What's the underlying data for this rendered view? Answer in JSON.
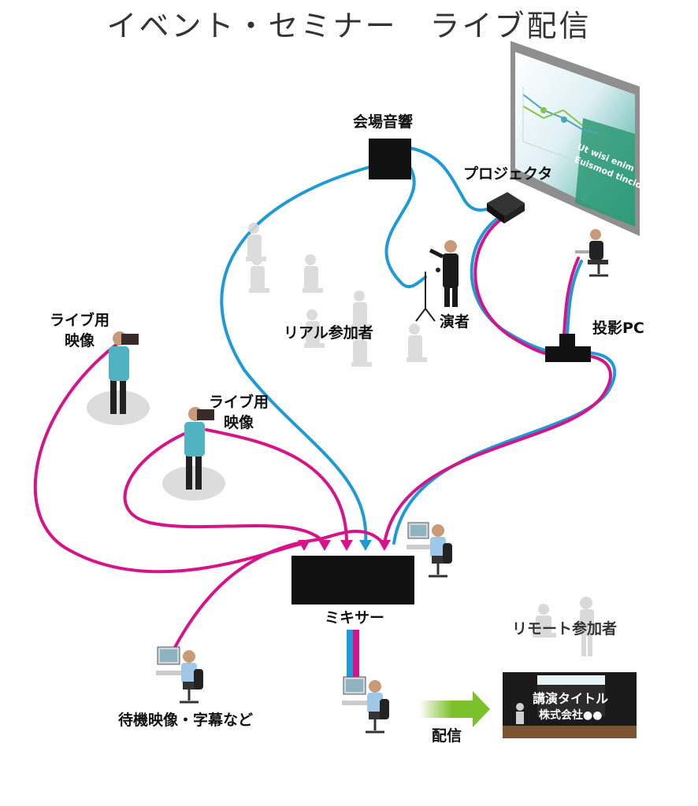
{
  "title": "イベント・セミナー　ライブ配信",
  "labels": {
    "venue_audio": "会場音響",
    "projector": "プロジェクタ",
    "real_participants": "リアル参加者",
    "presenter": "演者",
    "projection_pc": "投影PC",
    "live_camera_1_line1": "ライブ用",
    "live_camera_1_line2": "映像",
    "live_camera_2_line1": "ライブ用",
    "live_camera_2_line2": "映像",
    "mixer": "ミキサー",
    "standby": "待機映像・字幕など",
    "remote_participants": "リモート参加者",
    "distribution": "配信"
  },
  "projection_screen": {
    "line1": "Ut wisi enim",
    "line2": "Euismod tincidunt"
  },
  "stream_screen": {
    "title": "講演タイトル",
    "company": "株式会社●●"
  },
  "colors": {
    "audio_cable": "#1e9ad6",
    "video_cable": "#d6148a",
    "stream_arrow": "#7cc02a",
    "device": "#111111"
  }
}
